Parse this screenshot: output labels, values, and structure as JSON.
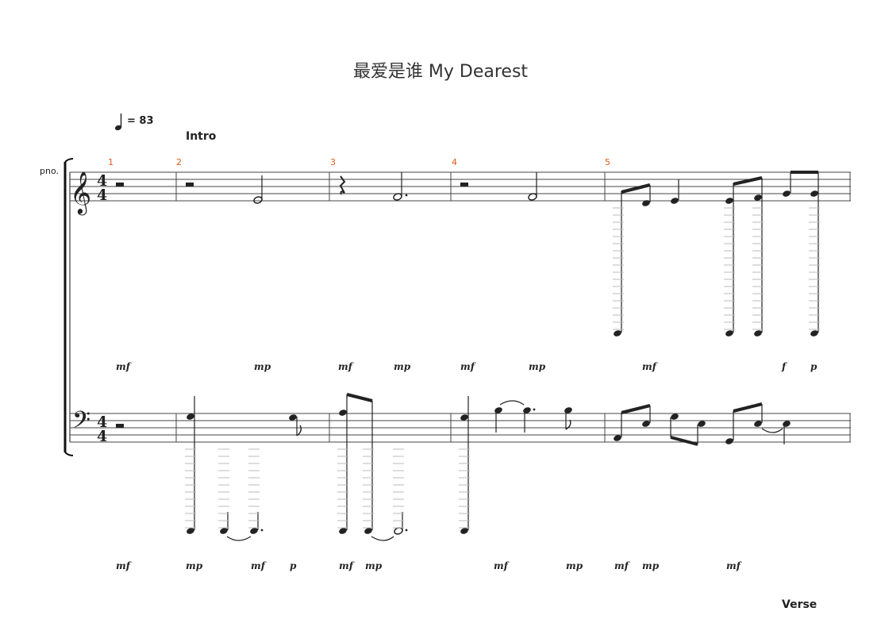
{
  "score": {
    "title": "最爱是谁 My Dearest",
    "tempo": "= 83",
    "instrument": "pno.",
    "rehearsal_marks": [
      {
        "label": "Intro",
        "measure": 2
      },
      {
        "label": "Verse",
        "measure": 6
      }
    ],
    "time_signature": {
      "top": "4",
      "bottom": "4"
    },
    "measure_numbers": [
      "1",
      "2",
      "3",
      "4",
      "5"
    ],
    "treble_dynamics": [
      "mf",
      "mp",
      "mf",
      "mp",
      "mf",
      "mp",
      "mf",
      "f",
      "p"
    ],
    "bass_dynamics": [
      "mf",
      "mp",
      "mf",
      "p",
      "mf",
      "mp",
      "mf",
      "mp",
      "mf",
      "mp",
      "mf"
    ]
  }
}
